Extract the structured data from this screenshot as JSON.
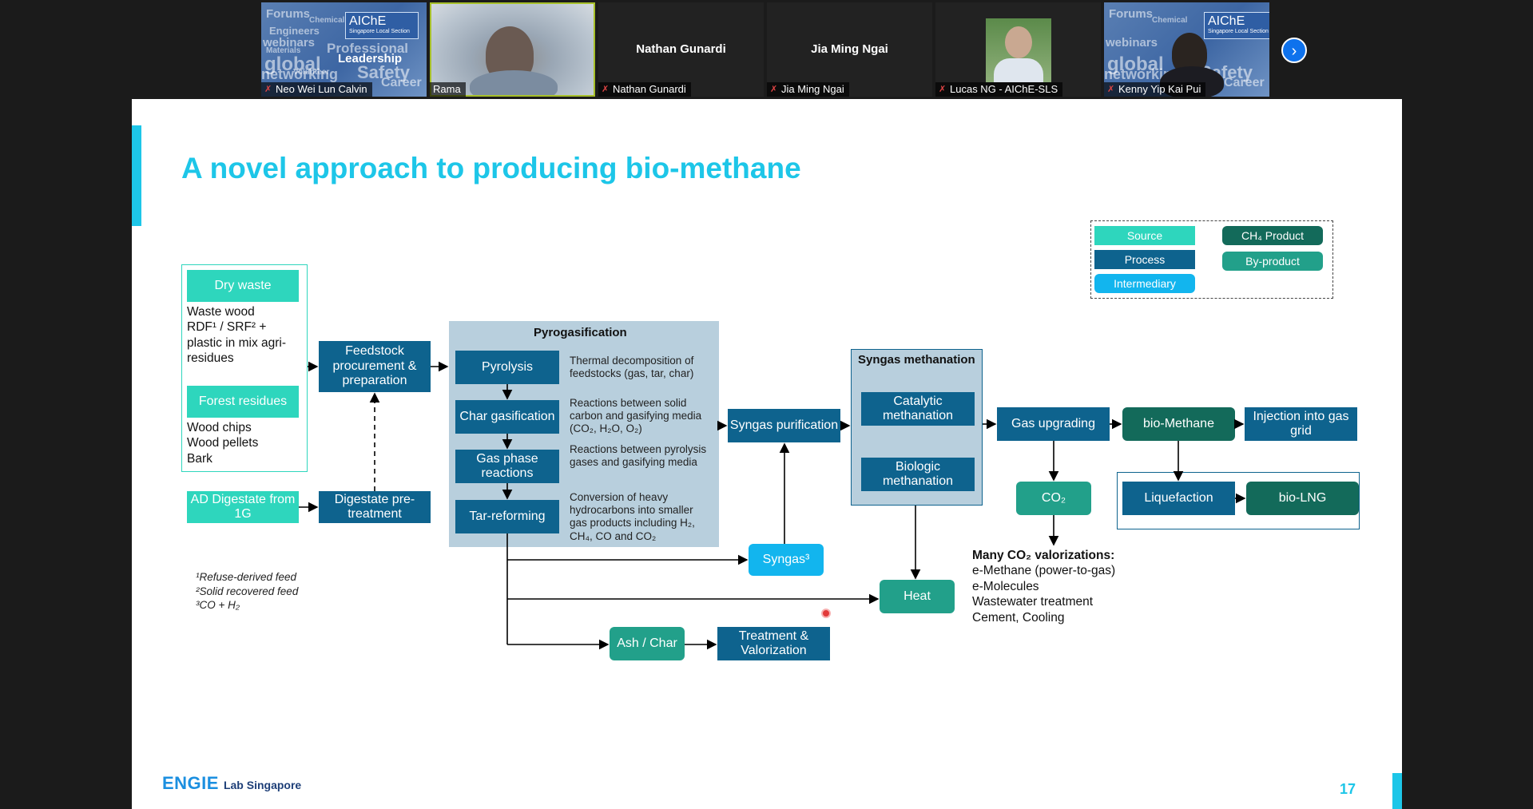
{
  "participants": [
    {
      "name": "Neo Wei Lun Calvin",
      "muted": true
    },
    {
      "name": "Rama",
      "muted": false
    },
    {
      "name": "Nathan Gunardi",
      "muted": true
    },
    {
      "name": "Jia Ming Ngai",
      "muted": true
    },
    {
      "name": "Lucas NG - AIChE-SLS",
      "muted": true
    },
    {
      "name": "Kenny Yip Kai Pui",
      "muted": true
    }
  ],
  "background_words": [
    "Forums",
    "Chemical",
    "Engineers",
    "webinars",
    "Materials",
    "Professional",
    "global",
    "Leadership",
    "Volunteer",
    "networking",
    "Safety",
    "Career"
  ],
  "aiche_logo": {
    "name": "AIChE",
    "sub": "Singapore Local Section"
  },
  "slide": {
    "title": "A novel approach to producing bio-methane",
    "page_number": "17",
    "logo_main": "ENGIE",
    "logo_sub": "Lab Singapore",
    "legend": {
      "source": "Source",
      "process": "Process",
      "intermediary": "Intermediary",
      "product": "CH₄ Product",
      "byproduct": "By-product"
    },
    "sources": {
      "dry_waste": "Dry waste",
      "dry_waste_items": [
        "Waste wood",
        "RDF¹ / SRF² +",
        "plastic in mix agri-",
        "residues"
      ],
      "forest_residues": "Forest residues",
      "forest_items": [
        "Wood chips",
        "Wood pellets",
        "Bark"
      ],
      "ad_digestate": "AD Digestate from 1G"
    },
    "processes": {
      "feedstock": "Feedstock procurement & preparation",
      "digestate": "Digestate pre-treatment",
      "pyrolysis": "Pyrolysis",
      "char_gasification": "Char gasification",
      "gas_phase": "Gas phase reactions",
      "tar_reforming": "Tar-reforming",
      "syngas_purification": "Syngas purification",
      "catalytic": "Catalytic methanation",
      "biologic": "Biologic methanation",
      "gas_upgrading": "Gas upgrading",
      "injection": "Injection into gas grid",
      "liquefaction": "Liquefaction",
      "treatment": "Treatment & Valorization"
    },
    "panels": {
      "pyrogasification": "Pyrogasification",
      "syngas_methanation": "Syngas methanation"
    },
    "descriptions": {
      "pyrolysis": "Thermal decomposition of feedstocks (gas, tar, char)",
      "char": "Reactions between solid carbon and gasifying media (CO₂, H₂O, O₂)",
      "gas_phase": "Reactions between pyrolysis gases and gasifying media",
      "tar": "Conversion of heavy hydrocarbons into smaller gas products including H₂, CH₄, CO and CO₂"
    },
    "intermediates": {
      "syngas": "Syngas³"
    },
    "products": {
      "bio_methane": "bio-Methane",
      "bio_lng": "bio-LNG"
    },
    "byproducts": {
      "co2": "CO₂",
      "heat": "Heat",
      "ash_char": "Ash / Char"
    },
    "co2_title": "Many CO₂ valorizations:",
    "co2_items": [
      "e-Methane (power-to-gas)",
      "e-Molecules",
      "Wastewater treatment",
      "Cement, Cooling"
    ],
    "footnotes": [
      "¹Refuse-derived feed",
      "²Solid recovered feed",
      "³CO + H₂"
    ]
  },
  "colors": {
    "source": "#2ed6bd",
    "process": "#0e638e",
    "intermediary": "#12b5ee",
    "product": "#136a5a",
    "byproduct": "#22a08a",
    "title": "#1dc6e8"
  }
}
